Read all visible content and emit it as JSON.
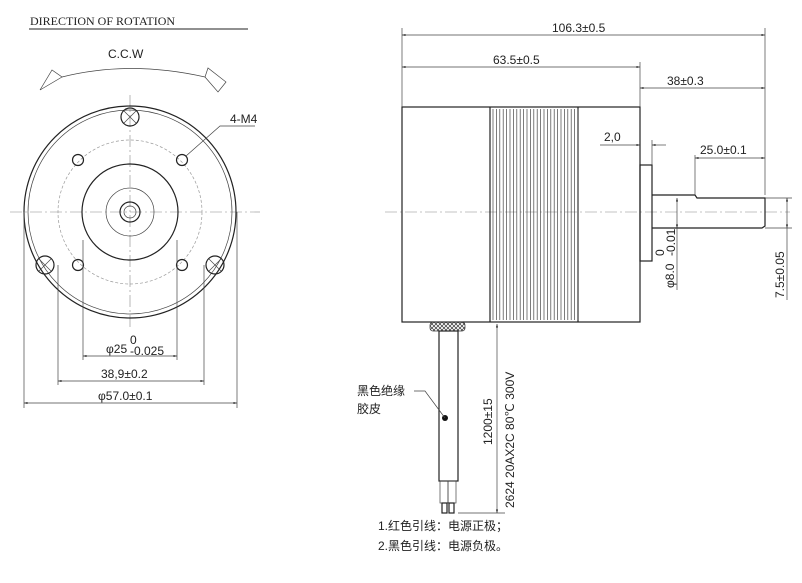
{
  "title": "DIRECTION OF ROTATION",
  "rotation": "C.C.W",
  "front_view": {
    "holes_label": "4-M4",
    "dia_shaft_seat": "φ25",
    "dia_shaft_seat_tol_upper": "0",
    "dia_shaft_seat_tol_lower": "-0.025",
    "hole_spacing": "38,9±0.2",
    "outer_dia": "φ57.0±0.1"
  },
  "side_view": {
    "total_length": "106.3±0.5",
    "body_length": "63.5±0.5",
    "shaft_length": "38±0.3",
    "flange_thickness": "2,0",
    "flat_length": "25.0±0.1",
    "shaft_dia": "φ8.0",
    "shaft_dia_tol_upper": "0",
    "shaft_dia_tol_lower": "-0.01",
    "flat_height": "7.5±0.05"
  },
  "cable": {
    "insulation_label_1": "黑色绝缘",
    "insulation_label_2": "胶皮",
    "length": "1200±15",
    "spec": "2624 20AX2C 80℃ 300V"
  },
  "notes": [
    "1.红色引线：电源正极；",
    "2.黑色引线：电源负极。"
  ]
}
